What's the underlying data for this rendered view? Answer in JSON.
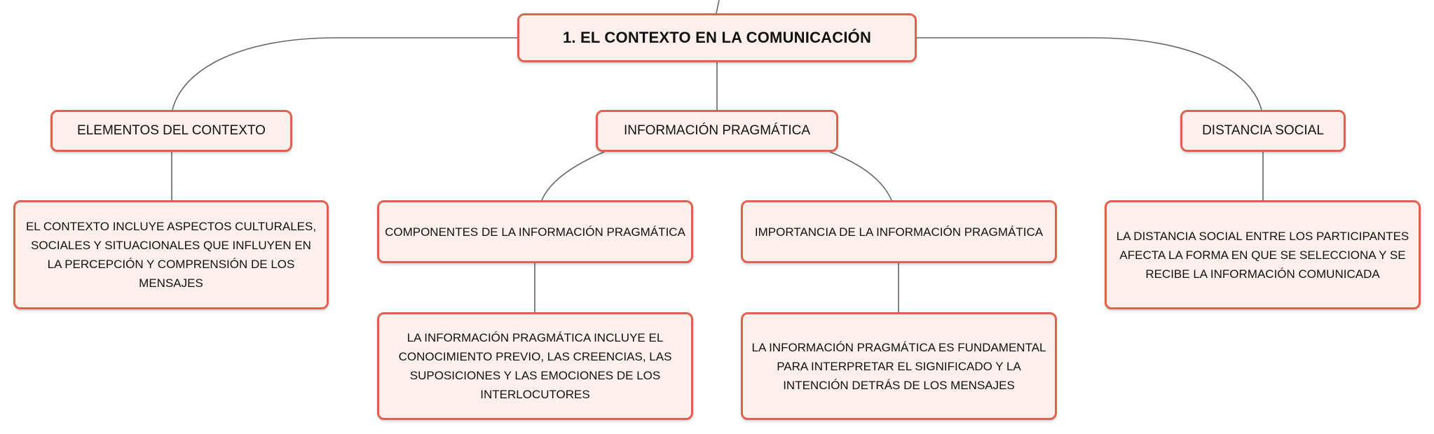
{
  "diagram": {
    "root": "1. EL CONTEXTO EN LA COMUNICACIÓN",
    "branches": [
      {
        "label": "ELEMENTOS DEL CONTEXTO",
        "description": "EL CONTEXTO INCLUYE ASPECTOS CULTURALES, SOCIALES Y SITUACIONALES QUE INFLUYEN EN LA PERCEPCIÓN Y COMPRENSIÓN DE LOS MENSAJES"
      },
      {
        "label": "INFORMACIÓN PRAGMÁTICA",
        "children": [
          {
            "label": "COMPONENTES DE LA INFORMACIÓN PRAGMÁTICA",
            "description": "LA INFORMACIÓN PRAGMÁTICA INCLUYE EL CONOCIMIENTO PREVIO, LAS CREENCIAS, LAS SUPOSICIONES Y LAS EMOCIONES DE LOS INTERLOCUTORES"
          },
          {
            "label": "IMPORTANCIA DE LA INFORMACIÓN PRAGMÁTICA",
            "description": "LA INFORMACIÓN PRAGMÁTICA ES FUNDAMENTAL PARA INTERPRETAR EL SIGNIFICADO Y LA INTENCIÓN DETRÁS DE LOS MENSAJES"
          }
        ]
      },
      {
        "label": "DISTANCIA SOCIAL",
        "description": "LA DISTANCIA SOCIAL ENTRE LOS PARTICIPANTES AFECTA LA FORMA EN QUE SE SELECCIONA Y SE RECIBE LA INFORMACIÓN COMUNICADA"
      }
    ]
  },
  "colors": {
    "node_fill": "#fdf0ec",
    "node_border": "#e2614e",
    "connector": "#666666",
    "text": "#111111"
  }
}
